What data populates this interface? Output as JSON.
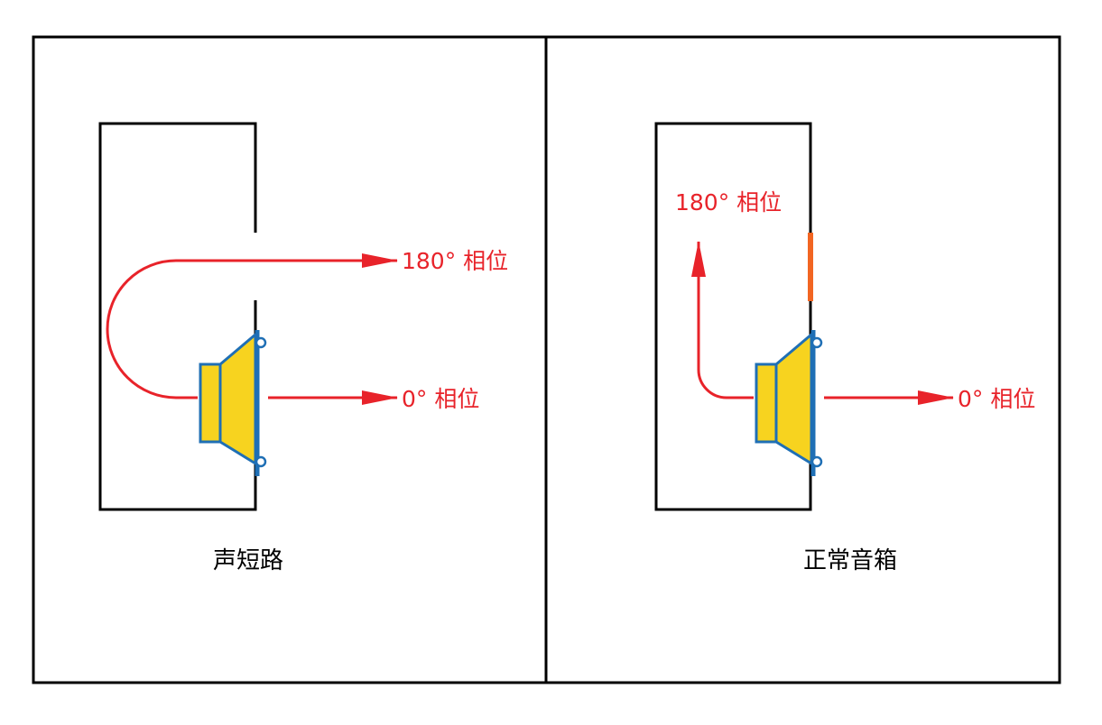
{
  "colors": {
    "frame": "#000000",
    "arrow": "#e8232a",
    "label": "#e8232a",
    "speaker_fill": "#f7d31f",
    "speaker_stroke": "#1f6fb5",
    "port_cover": "#f26522",
    "caption": "#000000"
  },
  "left_panel": {
    "caption": "声短路",
    "rear_wave_label": "180° 相位",
    "front_wave_label": "0° 相位"
  },
  "right_panel": {
    "caption": "正常音箱",
    "rear_wave_label": "180° 相位",
    "front_wave_label": "0° 相位"
  }
}
